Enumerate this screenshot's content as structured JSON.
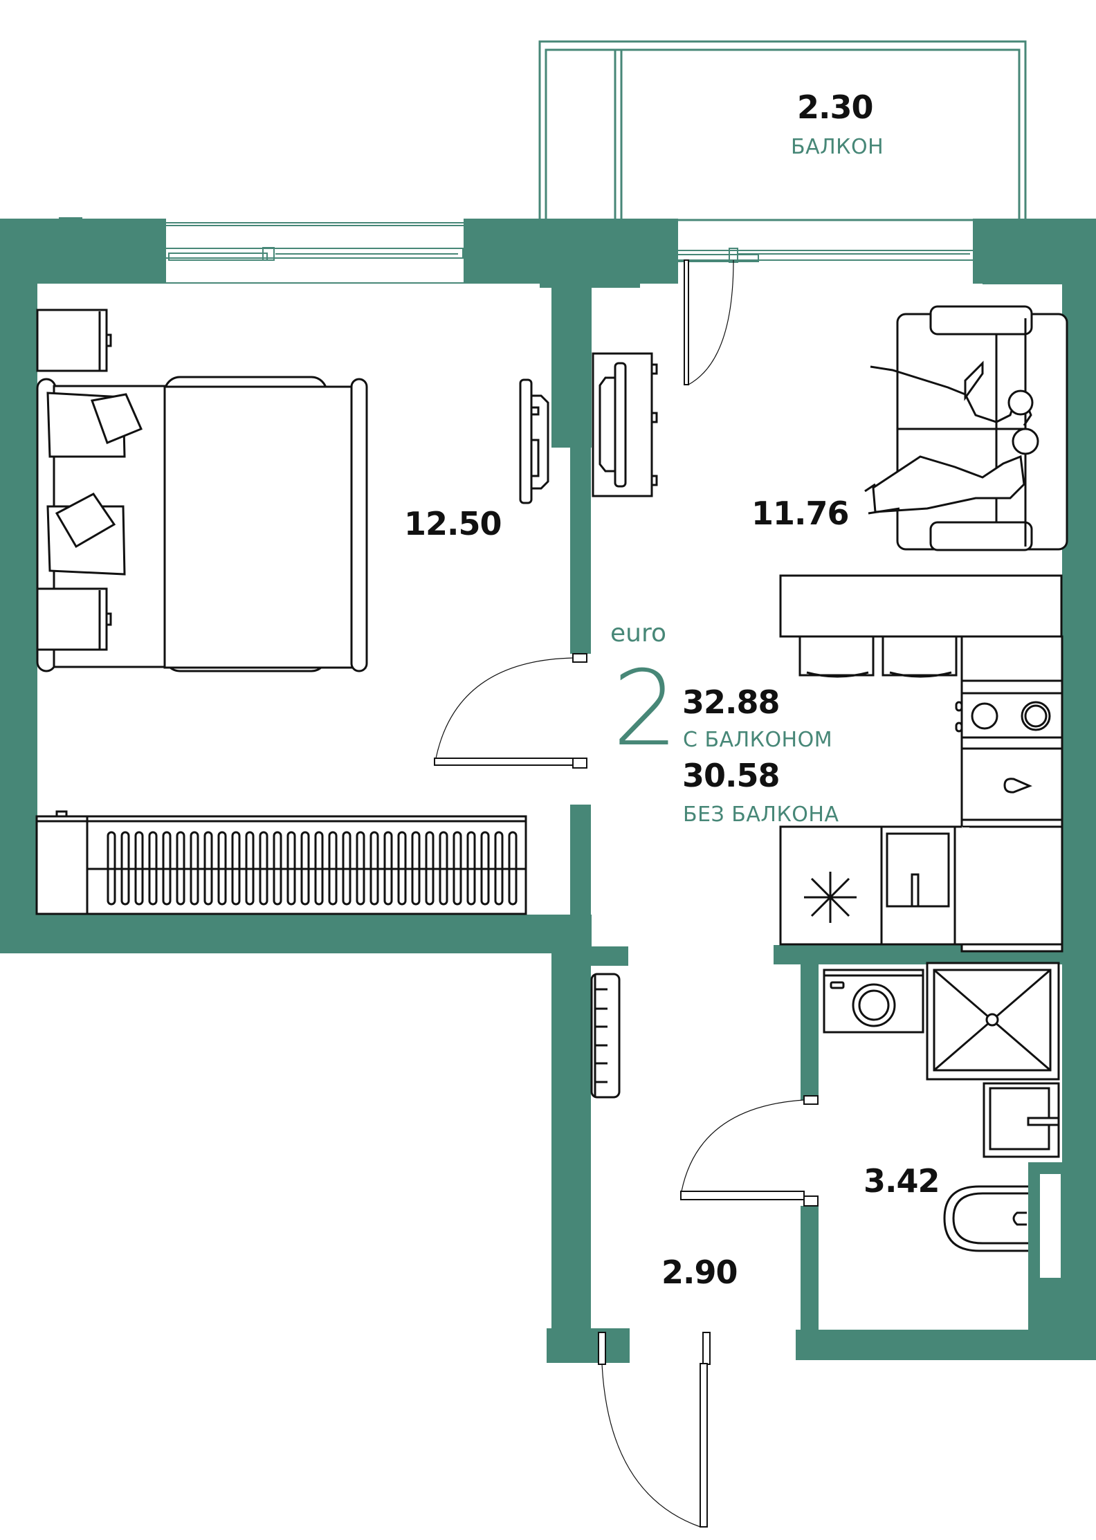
{
  "plan": {
    "type": "euro",
    "rooms_count": "2",
    "total_area_with_balcony": "32.88",
    "with_balcony_label": "С БАЛКОНОМ",
    "total_area_without_balcony": "30.58",
    "without_balcony_label": "БЕЗ БАЛКОНА"
  },
  "rooms": {
    "balcony": {
      "area": "2.30",
      "label": "БАЛКОН"
    },
    "bedroom": {
      "area": "12.50"
    },
    "living_kitchen": {
      "area": "11.76"
    },
    "bathroom": {
      "area": "3.42"
    },
    "hallway": {
      "area": "2.90"
    }
  },
  "colors": {
    "wall": "#478777",
    "accent_text": "#478777",
    "line": "#111111",
    "background": "#ffffff"
  },
  "furniture_icons": [
    "double-bed-icon",
    "nightstand-icon",
    "wardrobe-icon",
    "tv-icon",
    "tv-stand-icon",
    "sofa-with-people-icon",
    "bar-counter-icon",
    "bar-stool-icon",
    "cooktop-icon",
    "sink-icon",
    "fridge-icon",
    "oven-icon",
    "washing-machine-icon",
    "shower-tray-icon",
    "washbasin-icon",
    "toilet-icon",
    "coat-rack-icon"
  ]
}
